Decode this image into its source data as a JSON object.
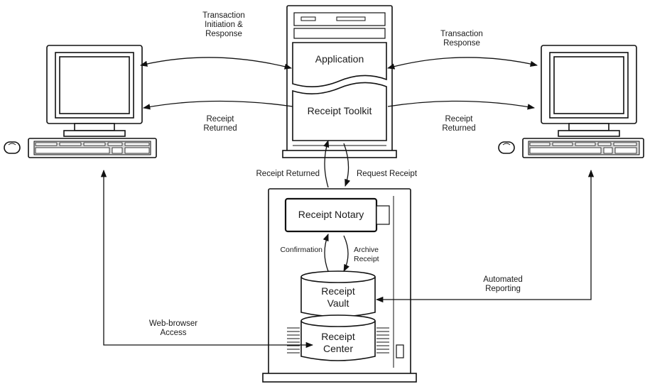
{
  "labels": {
    "transaction_initiation_response": "Transaction\nInitiation &\nResponse",
    "transaction_response": "Transaction\nResponse",
    "receipt_returned_left": "Receipt\nReturned",
    "receipt_returned_right": "Receipt\nReturned",
    "receipt_returned_center": "Receipt Returned",
    "request_receipt": "Request Receipt",
    "confirmation": "Confirmation",
    "archive_receipt": "Archive\nReceipt",
    "automated_reporting": "Automated\nReporting",
    "web_browser_access": "Web-browser\nAccess"
  },
  "server": {
    "application": "Application",
    "receipt_toolkit": "Receipt Toolkit"
  },
  "notary_server": {
    "receipt_notary": "Receipt Notary",
    "receipt_vault": "Receipt\nVault",
    "receipt_center": "Receipt\nCenter"
  }
}
